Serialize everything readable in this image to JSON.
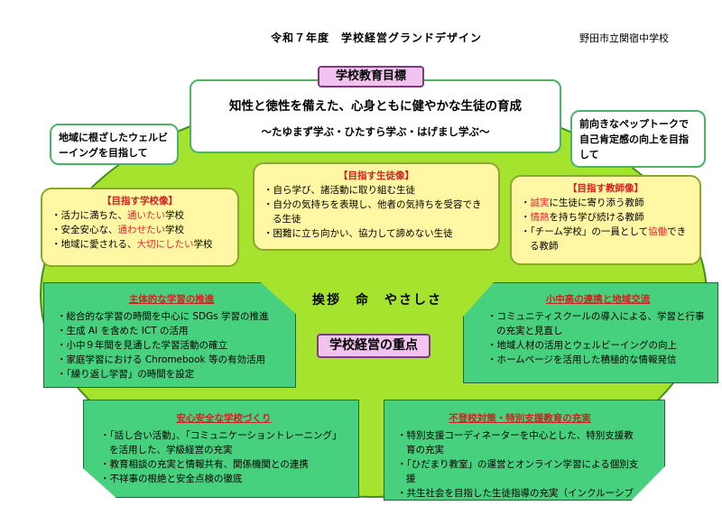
{
  "header": {
    "title": "令和７年度　学校経営グランドデザイン",
    "school_name": "野田市立関宿中学校"
  },
  "goal": {
    "label": "学校教育目標",
    "main": "知性と徳性を備えた、心身ともに健やかな生徒の育成",
    "sub": "～たゆまず学ぶ・ひたすら学ぶ・はげまし学ぶ～"
  },
  "side_left": {
    "text": "地域に根ざしたウェルビーイングを目指して"
  },
  "side_right": {
    "text": "前向きなペップトークで自己肯定感の向上を目指して"
  },
  "school_image": {
    "heading": "【目指す学校像】",
    "items": [
      {
        "pre": "活力に満ちた、",
        "em": "通いたい",
        "post": "学校"
      },
      {
        "pre": "安全安心な、",
        "em": "通わせたい",
        "post": "学校"
      },
      {
        "pre": "地域に愛される、",
        "em": "大切にしたい",
        "post": "学校"
      }
    ]
  },
  "student_image": {
    "heading": "【目指す生徒像】",
    "items": [
      "自ら学び、諸活動に取り組む生徒",
      "自分の気持ちを表現し、他者の気持ちを受容できる生徒",
      "困難に立ち向かい、協力して諦めない生徒"
    ]
  },
  "teacher_image": {
    "heading": "【目指す教師像】",
    "items": [
      {
        "em": "誠実",
        "post": "に生徒に寄り添う教師"
      },
      {
        "em": "情熱",
        "post": "を持ち学び続ける教師"
      },
      {
        "pre": "「チーム学校」の一員として",
        "em": "協働",
        "post": "できる教師"
      }
    ]
  },
  "center": {
    "slogan": "挨拶　命　やさしさ",
    "label": "学校経営の重点"
  },
  "focus_learning": {
    "heading": "主体的な学習の推進",
    "items": [
      "総合的な学習の時間を中心に SDGs 学習の推進",
      "生成 AI を含めた ICT の活用",
      "小中９年間を見通した学習活動の確立",
      "家庭学習における Chromebook 等の有効活用",
      "「繰り返し学習」の時間を設定"
    ]
  },
  "focus_community": {
    "heading": "小中高の連携と地域交流",
    "items": [
      "コミュニティスクールの導入による、学習と行事の充実と見直し",
      "地域人材の活用とウェルビーイングの向上",
      "ホームページを活用した積極的な情報発信"
    ]
  },
  "focus_safety": {
    "heading": "安心安全な学校づくり",
    "items": [
      "「話し合い活動」、「コミュニケーショントレーニング」を活用した、学級経営の充実",
      "教育相談の充実と情報共有、関係機関との連携",
      "不祥事の根絶と安全点検の徹底"
    ]
  },
  "focus_support": {
    "heading": "不登校対策・特別支援教育の充実",
    "items": [
      "特別支援コーディネーターを中心とした、特別支援教育の充実",
      "「ひだまり教室」の運営とオンライン学習による個別支援",
      "共生社会を目指した生徒指導の充実（インクルーシブ教育）"
    ]
  }
}
